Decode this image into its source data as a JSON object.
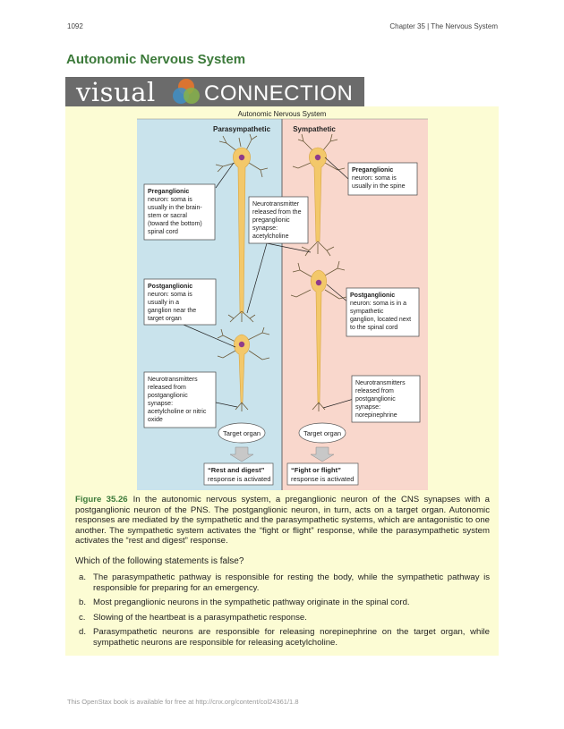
{
  "header": {
    "page_number": "1092",
    "chapter": "Chapter 35 | The Nervous System"
  },
  "section_title": "Autonomic Nervous System",
  "banner": {
    "word1": "visual",
    "word2": "CONNECTION"
  },
  "figure": {
    "title": "Autonomic Nervous System",
    "columns": {
      "left": "Parasympathetic",
      "right": "Sympathetic"
    },
    "colors": {
      "parasympathetic_bg": "#c9e3ec",
      "sympathetic_bg": "#f9d7cc",
      "neuron": "#f3c86a",
      "nucleus": "#8f3b8b",
      "heading_green": "#3c7a3a",
      "panel_bg": "#fcfcd4"
    },
    "labels": {
      "para_pre_bold": "Preganglionic neuron",
      "para_pre_rest": ": soma is usually in the brain-stem or sacral (toward the bottom) spinal cord",
      "para_pre_lines": [
        "Preganglionic",
        "neuron: soma is",
        "usually in the brain-",
        "stem or sacral",
        "(toward the bottom)",
        "spinal cord"
      ],
      "neurotransmitter_pre": [
        "Neurotransmitter",
        "released from the",
        "preganglionic",
        "synapse:",
        "acetylcholine"
      ],
      "para_post_lines": [
        "Postganglionic",
        "neuron: soma is",
        "usually in a",
        "ganglion near the",
        "target organ"
      ],
      "para_nt_post": [
        "Neurotransmitters",
        "released from",
        "postganglionic",
        "synapse:",
        "acetylcholine or nitric",
        "oxide"
      ],
      "symp_pre_lines": [
        "Preganglionic",
        "neuron: soma is",
        "usually in the spine"
      ],
      "symp_post_lines": [
        "Postganglionic",
        "neuron: soma is in a",
        "sympathetic",
        "ganglion, located next",
        "to the spinal cord"
      ],
      "symp_nt_post": [
        "Neurotransmitters",
        "released from",
        "postganglionic",
        "synapse:",
        "norepinephrine"
      ],
      "target_organ": "Target organ",
      "para_response": [
        "“Rest and digest”",
        "response is activated"
      ],
      "symp_response": [
        "“Fight or flight”",
        "response is activated"
      ]
    }
  },
  "caption": {
    "label": "Figure 35.26",
    "text": "In the autonomic nervous system, a preganglionic neuron of the CNS synapses with a postganglionic neuron of the PNS. The postganglionic neuron, in turn, acts on a target organ. Autonomic responses are mediated by the sympathetic and the parasympathetic systems, which are antagonistic to one another. The sympathetic system activates the “fight or flight” response, while the parasympathetic system activates the “rest and digest” response."
  },
  "question": "Which of the following statements is false?",
  "choices": [
    {
      "letter": "a.",
      "text": "The parasympathetic pathway is responsible for resting the body, while the sympathetic pathway is responsible for preparing for an emergency."
    },
    {
      "letter": "b.",
      "text": "Most preganglionic neurons in the sympathetic pathway originate in the spinal cord."
    },
    {
      "letter": "c.",
      "text": "Slowing of the heartbeat is a parasympathetic response."
    },
    {
      "letter": "d.",
      "text": "Parasympathetic neurons are responsible for releasing norepinephrine on the target organ, while sympathetic neurons are responsible for releasing acetylcholine."
    }
  ],
  "footer": "This OpenStax book is available for free at http://cnx.org/content/col24361/1.8"
}
